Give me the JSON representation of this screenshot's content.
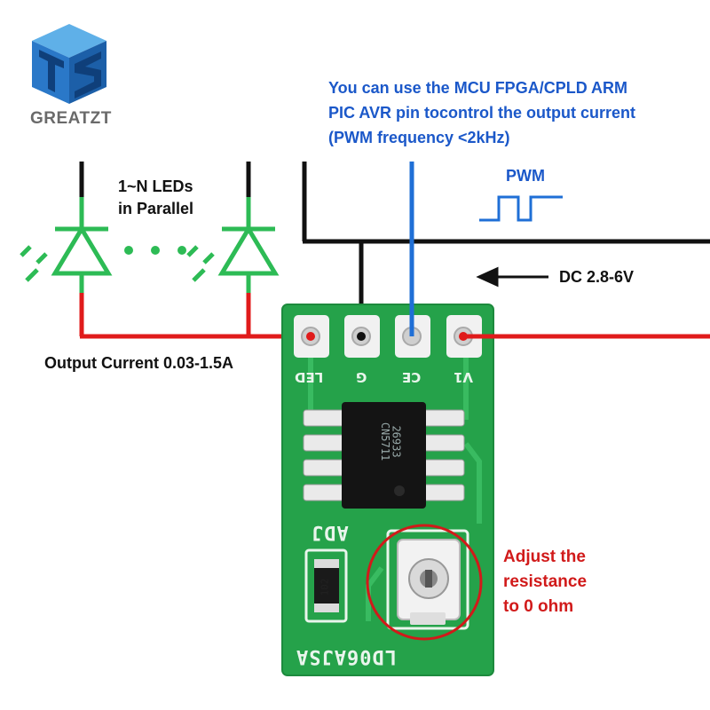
{
  "brand": {
    "logo_text": "GREATZT",
    "logo_icon": "t2-cube-logo"
  },
  "notes": {
    "mcu_line1": "You can use the MCU FPGA/CPLD ARM",
    "mcu_line2": "PIC AVR pin tocontrol the output current",
    "mcu_line3": "(PWM frequency <2kHz)",
    "leds_line1": "1~N LEDs",
    "leds_line2": "in Parallel",
    "pwm": "PWM",
    "dc": "DC 2.8-6V",
    "output": "Output Current 0.03-1.5A",
    "adjust_line1": "Adjust the",
    "adjust_line2": "resistance",
    "adjust_line3": "to 0 ohm"
  },
  "board": {
    "pins": [
      "LED",
      "G",
      "CE",
      "V1"
    ],
    "pin_v1_text": "V",
    "pin_v1_sub": "1",
    "chip_line1": "CN5711",
    "chip_line2": "26933",
    "adj_label": "ADJ",
    "name": "LD06AJSA",
    "resistor_code": "102"
  },
  "colors": {
    "wire_black": "#111111",
    "wire_red": "#e01b1b",
    "wire_blue": "#1f6fd6",
    "led_green": "#2dbb55",
    "board_green": "#25a24a",
    "note_blue": "#1b58c9",
    "note_red": "#d11a1a"
  }
}
